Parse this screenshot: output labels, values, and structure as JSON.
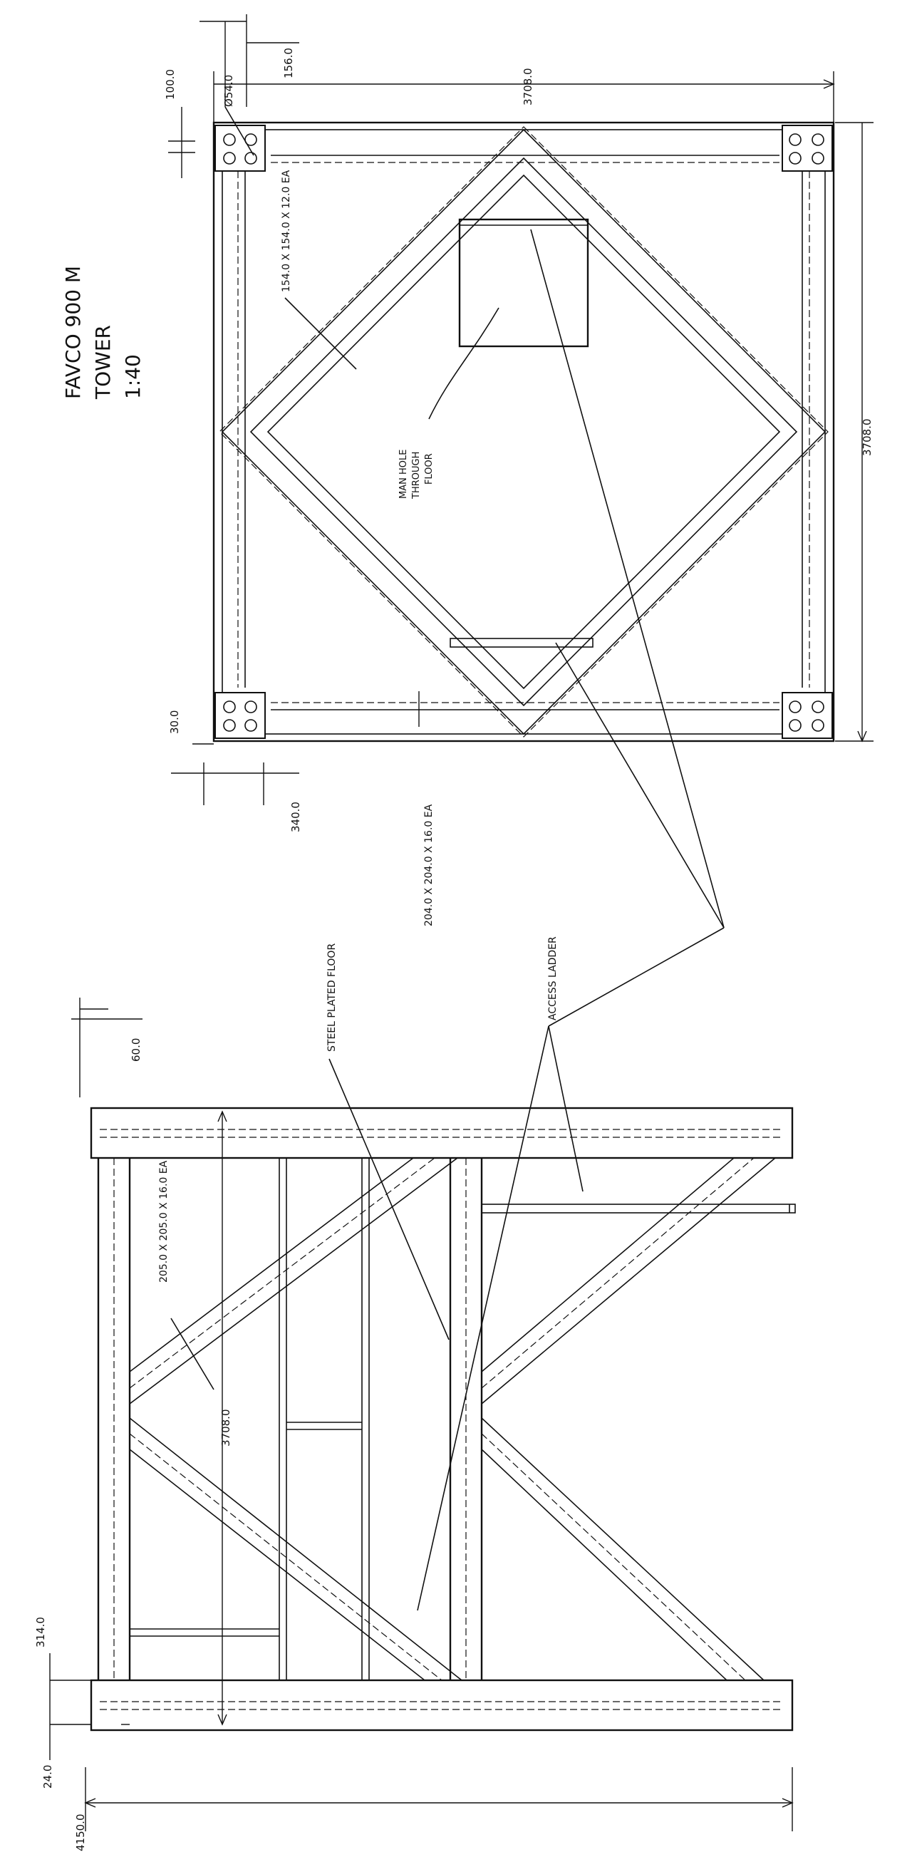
{
  "title_block": {
    "line1": "FAVCO 900 M",
    "line2": "TOWER",
    "line3": "1:40"
  },
  "plan_view": {
    "dimensions": {
      "width_top": "3708.0",
      "width_right": "3708.0",
      "d156": "156.0",
      "d254": "Ø54.0",
      "d100": "100.0",
      "d30": "30.0",
      "d340": "340.0"
    },
    "member_labels": {
      "brace": "154.0 X 154.0 X 12.0 EA",
      "beam": "204.0 X 204.0 X 16.0 EA"
    },
    "callouts": {
      "manhole": [
        "MAN HOLE",
        "THROUGH",
        "FLOOR"
      ]
    }
  },
  "elevation_view": {
    "dimensions": {
      "d60": "60.0",
      "height": "3708.0",
      "d314": "314.0",
      "d24": "24.0",
      "overall": "4150.0"
    },
    "member_labels": {
      "column": "205.0 X 205.0 X 16.0 EA"
    },
    "callouts": {
      "floor": "STEEL PLATED FLOOR",
      "ladder": "ACCESS LADDER"
    }
  }
}
